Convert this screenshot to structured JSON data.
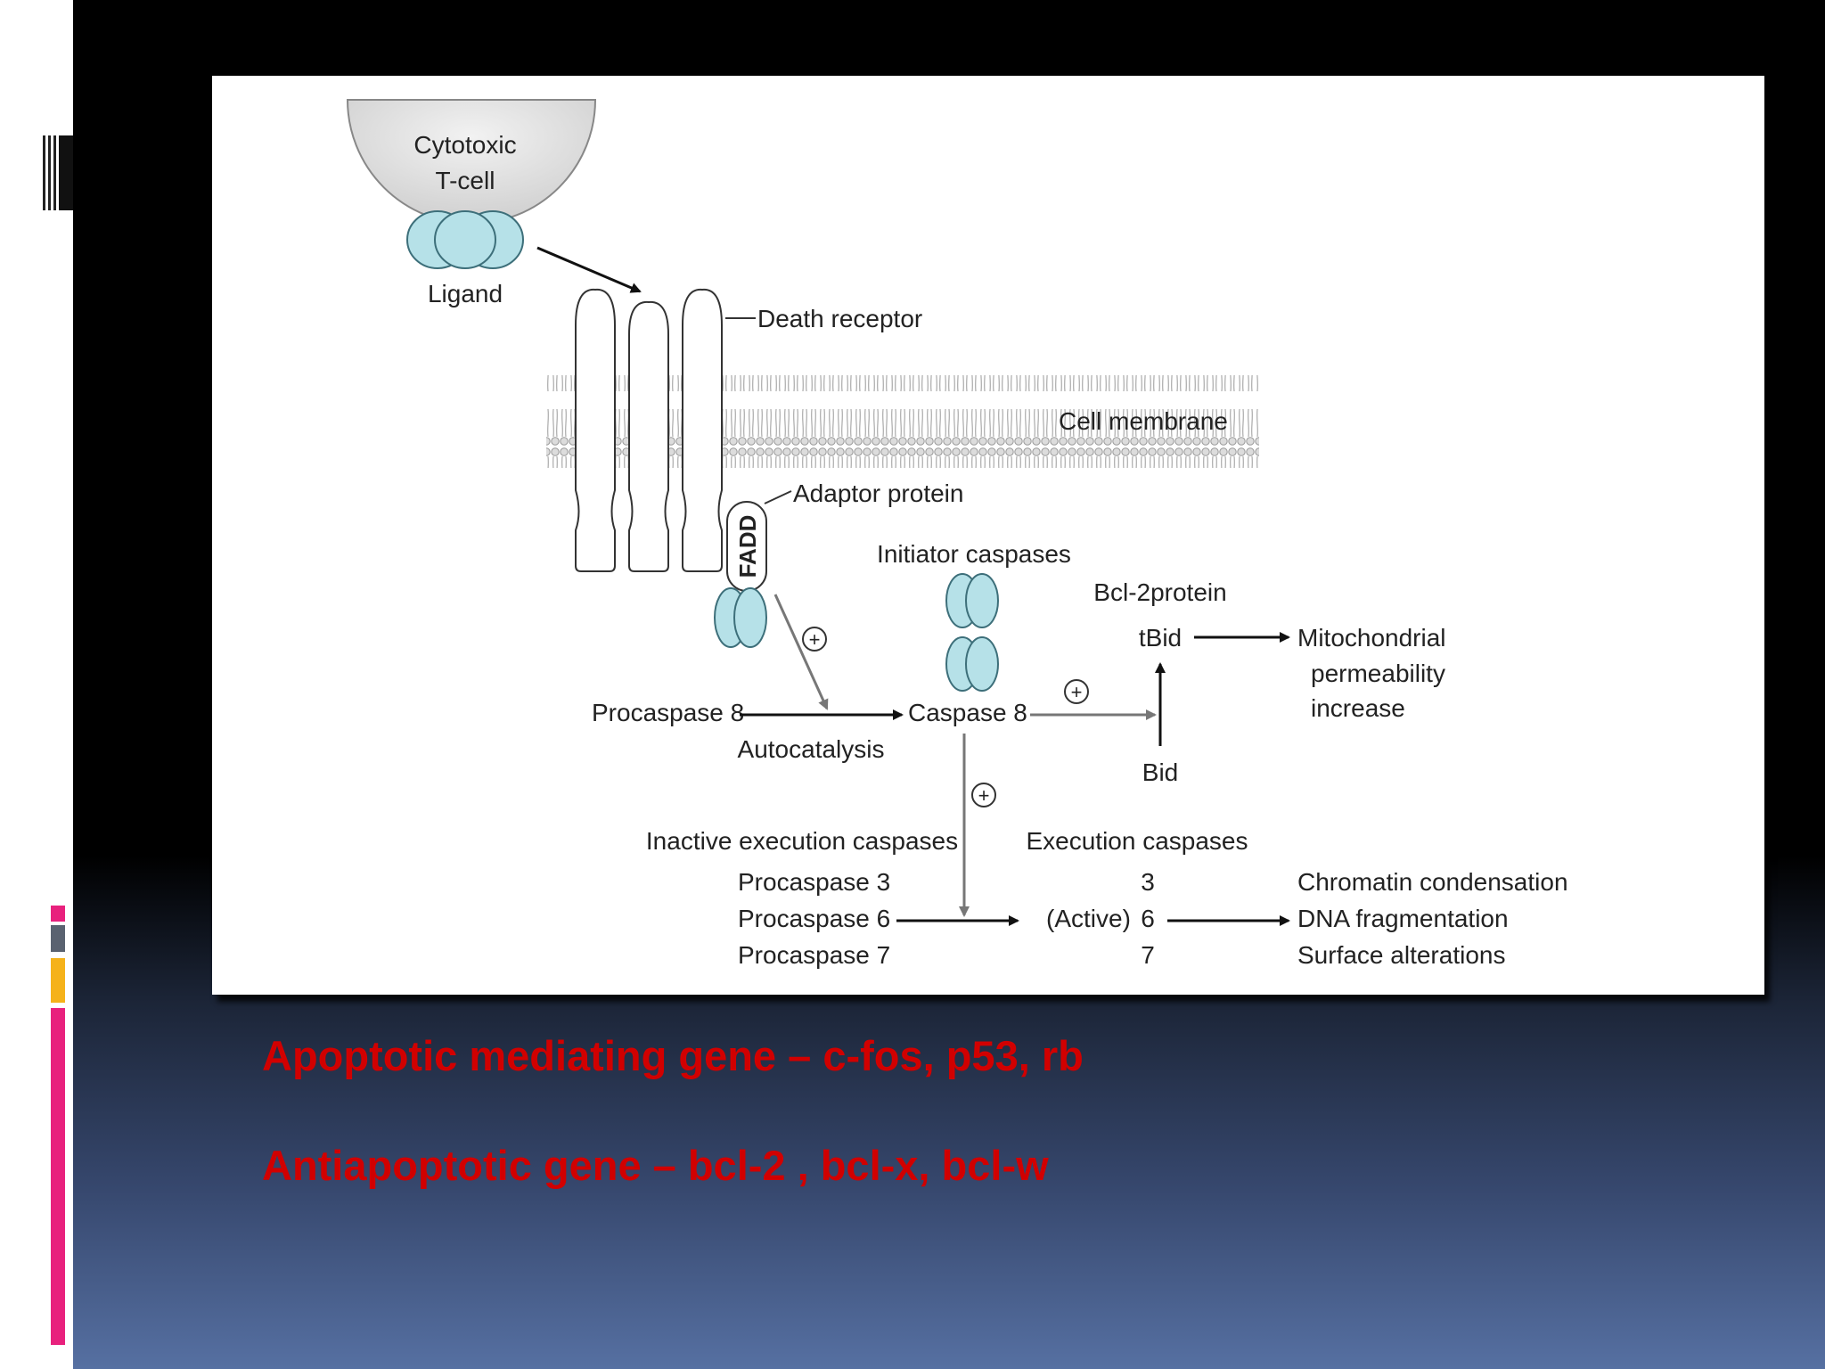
{
  "diagram": {
    "cell_line1": "Cytotoxic",
    "cell_line2": "T-cell",
    "ligand": "Ligand",
    "death_receptor": "Death receptor",
    "cell_membrane": "Cell membrane",
    "adaptor_protein": "Adaptor protein",
    "fadd": "FADD",
    "initiator_caspases": "Initiator caspases",
    "bcl2_protein": "Bcl-2protein",
    "tbid": "tBid",
    "mito_line1": "Mitochondrial",
    "mito_line2": "permeability",
    "mito_line3": "increase",
    "procaspase8": "Procaspase 8",
    "caspase8": "Caspase 8",
    "autocatalysis": "Autocatalysis",
    "bid": "Bid",
    "inactive_execution_caspases": "Inactive execution caspases",
    "execution_caspases": "Execution caspases",
    "procaspase3": "Procaspase 3",
    "procaspase6": "Procaspase 6",
    "procaspase7": "Procaspase 7",
    "exec3": "3",
    "active_label": "(Active)",
    "exec6": "6",
    "exec7": "7",
    "chromatin": "Chromatin condensation",
    "dna_frag": "DNA fragmentation",
    "surface_alt": "Surface alterations",
    "plus": "+"
  },
  "slide_text": {
    "line1": "Apoptotic mediating gene – c-fos, p53, rb",
    "line2": "Antiapoptotic gene – bcl-2 , bcl-x, bcl-w"
  },
  "colors": {
    "gene_text": "#d10000",
    "protein_fill": "#b6e1e8",
    "accent_pink": "#e8217d",
    "accent_gray": "#5a6270",
    "accent_orange": "#f5b21a"
  }
}
